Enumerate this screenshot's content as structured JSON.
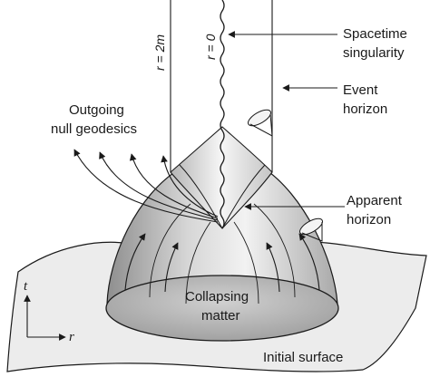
{
  "labels": {
    "spacetime_singularity_line1": "Spacetime",
    "spacetime_singularity_line2": "singularity",
    "event_horizon_line1": "Event",
    "event_horizon_line2": "horizon",
    "outgoing_null_line1": "Outgoing",
    "outgoing_null_line2": "null geodesics",
    "apparent_horizon_line1": "Apparent",
    "apparent_horizon_line2": "horizon",
    "collapsing_matter_line1": "Collapsing",
    "collapsing_matter_line2": "matter",
    "initial_surface": "Initial surface",
    "r_equals_2m": "r = 2m",
    "r_equals_0": "r = 0",
    "axis_t": "t",
    "axis_r": "r"
  },
  "colors": {
    "ink": "#1a1a1a",
    "surface_fill": "#ededed",
    "dome_fill_light": "#f4f4f4",
    "dome_fill_dark": "#8c8c8c",
    "matter_fill": "#bdbdbd"
  }
}
